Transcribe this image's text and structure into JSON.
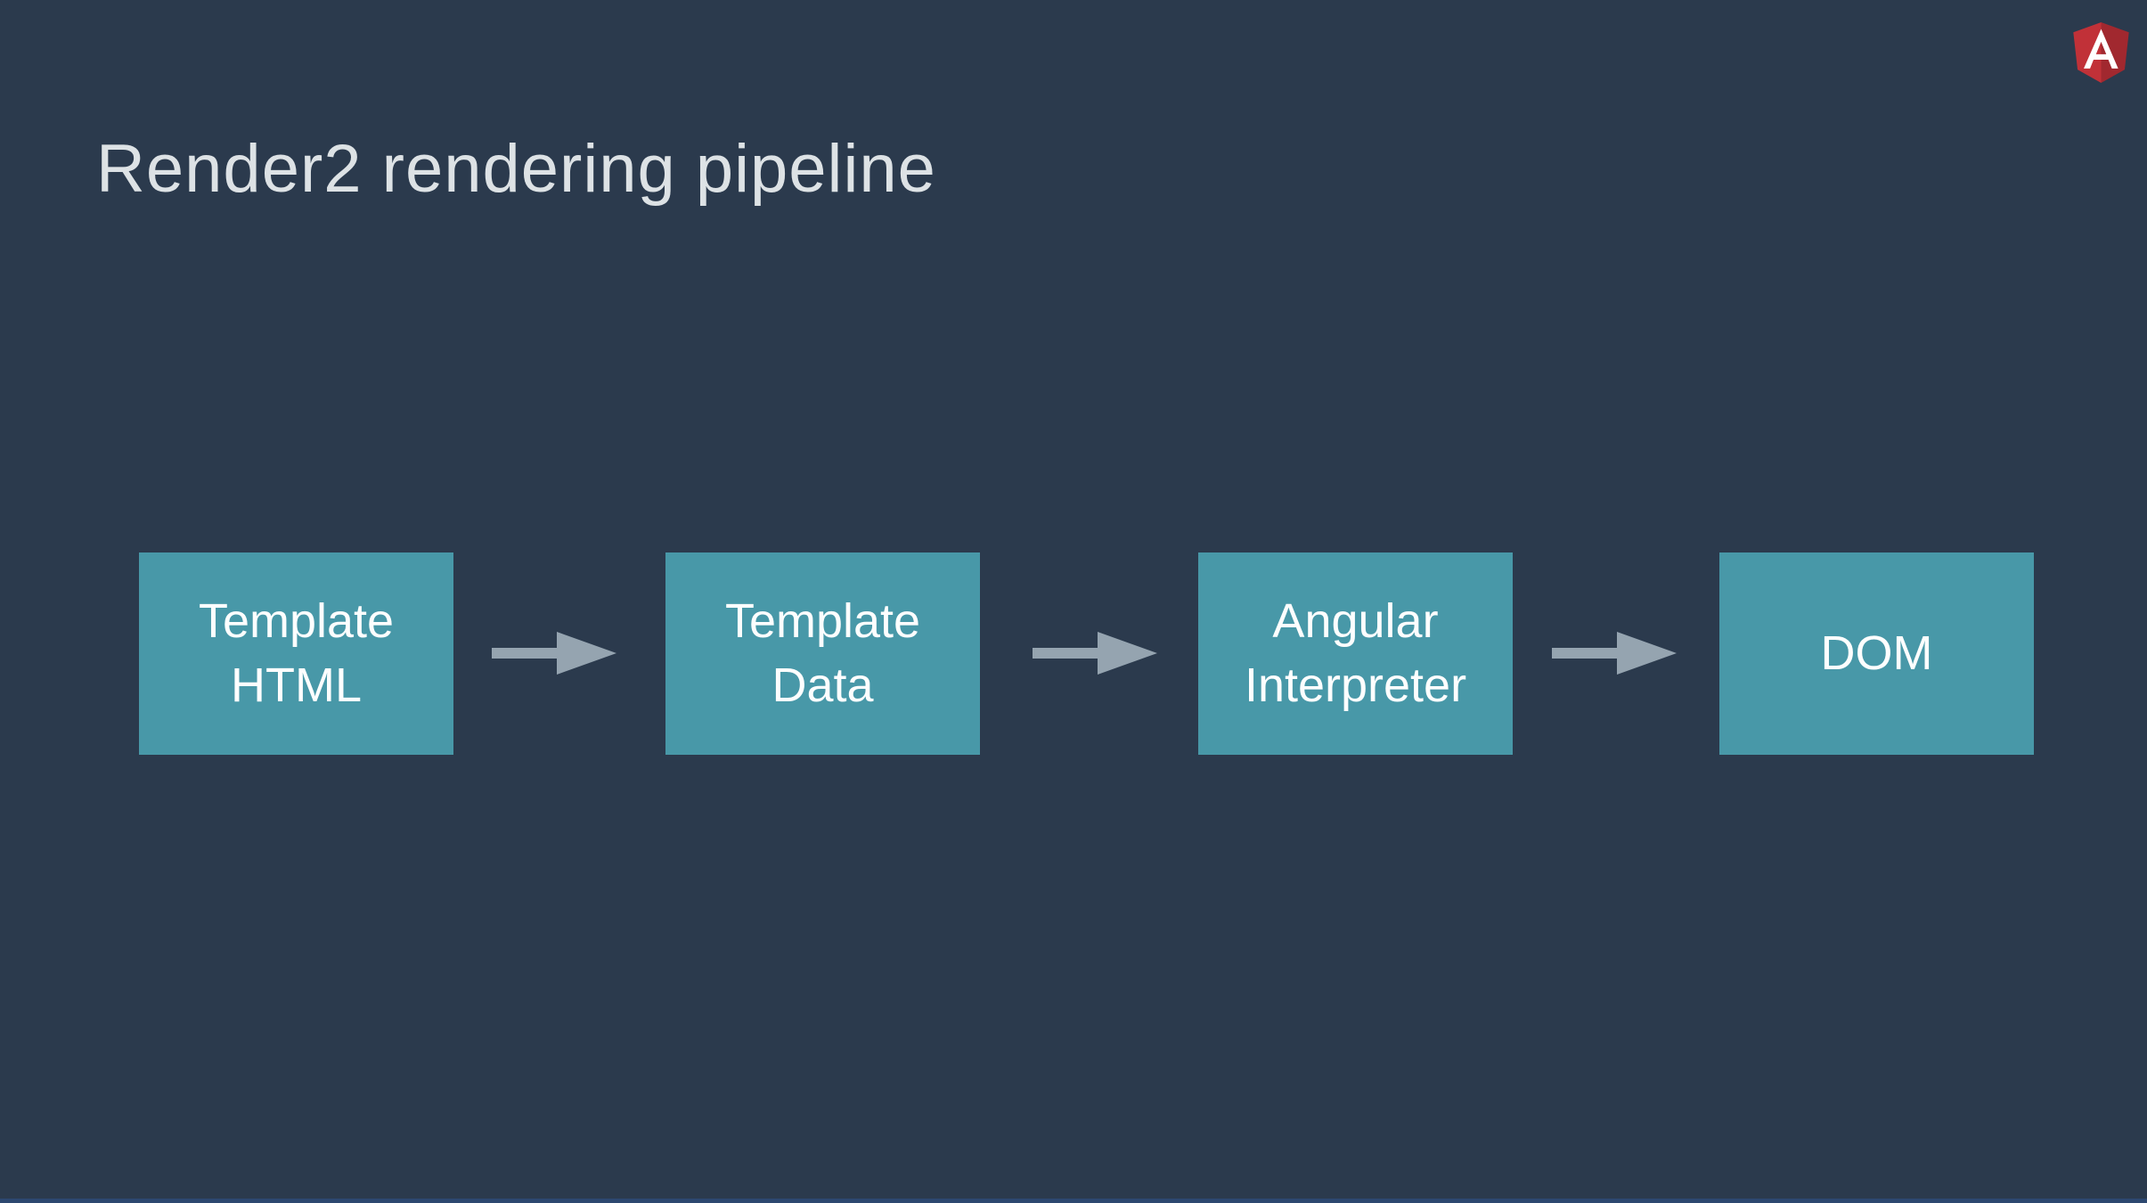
{
  "slide": {
    "title": "Render2 rendering pipeline",
    "logo": {
      "name": "Angular",
      "letter": "A"
    },
    "pipeline": {
      "boxes": [
        {
          "label": "Template\nHTML"
        },
        {
          "label": "Template\nData"
        },
        {
          "label": "Angular\nInterpreter"
        },
        {
          "label": "DOM"
        }
      ],
      "arrow_count": 3
    },
    "colors": {
      "background": "#2b3a4d",
      "box_fill": "#4898a8",
      "box_text": "#fdfefe",
      "title_text": "#dde2e5",
      "arrow": "#95a4b0",
      "logo_red_left": "#c13138",
      "logo_red_right": "#a1282f",
      "footer_bar": "#2d4870"
    }
  }
}
